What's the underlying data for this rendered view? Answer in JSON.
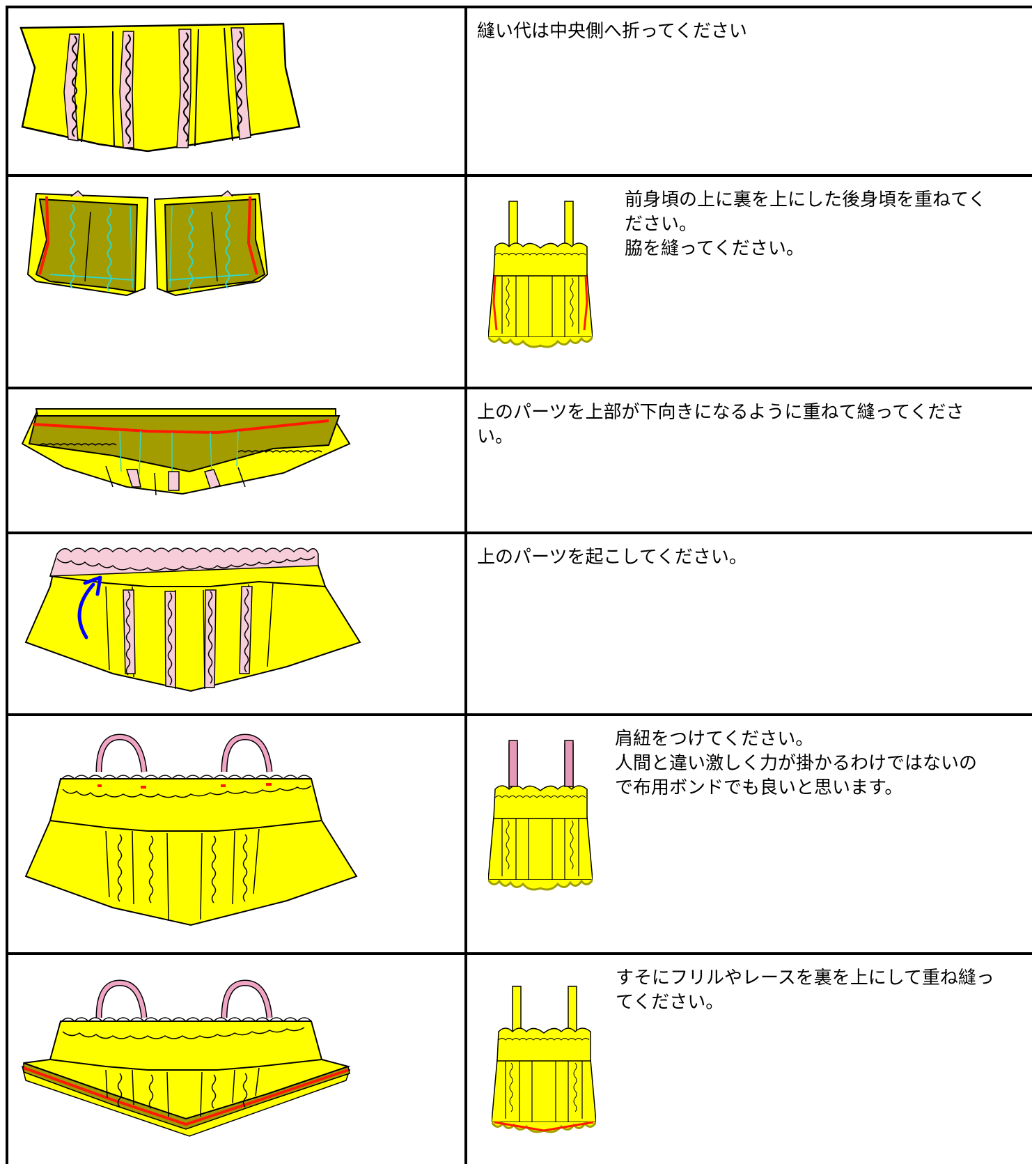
{
  "colors": {
    "fabric_yellow": "#ffff00",
    "lining_olive": "#a39c00",
    "seam_red": "#ff1a00",
    "seam_cyan": "#33d6c8",
    "allowance_pink": "#f7cdd9",
    "arrow_blue": "#0000ff",
    "strap_pink": "#e59ab8"
  },
  "steps": [
    {
      "id": 1,
      "text": "縫い代は中央側へ折ってください",
      "illustration": "folded-seam-allowance-panel",
      "preview": null
    },
    {
      "id": 2,
      "text": "前身頃の上に裏を上にした後身頃を重ねてく\nださい。\n脇を縫ってください。",
      "illustration": "front-and-back-bodice-overlap",
      "preview": "camisole-side-seams-preview"
    },
    {
      "id": 3,
      "text": "上のパーツを上部が下向きになるように重ねて縫ってくださ\nい。",
      "illustration": "top-band-sewn-upside-down",
      "preview": null
    },
    {
      "id": 4,
      "text": "上のパーツを起こしてください。",
      "illustration": "top-band-flipped-up-with-arrow",
      "preview": null
    },
    {
      "id": 5,
      "text": "肩紐をつけてください。\n人間と違い激しく力が掛かるわけではないの\nで布用ボンドでも良いと思います。",
      "illustration": "shoulder-straps-attached",
      "preview": "camisole-straps-preview"
    },
    {
      "id": 6,
      "text": "すそにフリルやレースを裏を上にして重ね縫っ\nてください。",
      "illustration": "hem-frill-attached",
      "preview": "camisole-hem-preview"
    }
  ]
}
